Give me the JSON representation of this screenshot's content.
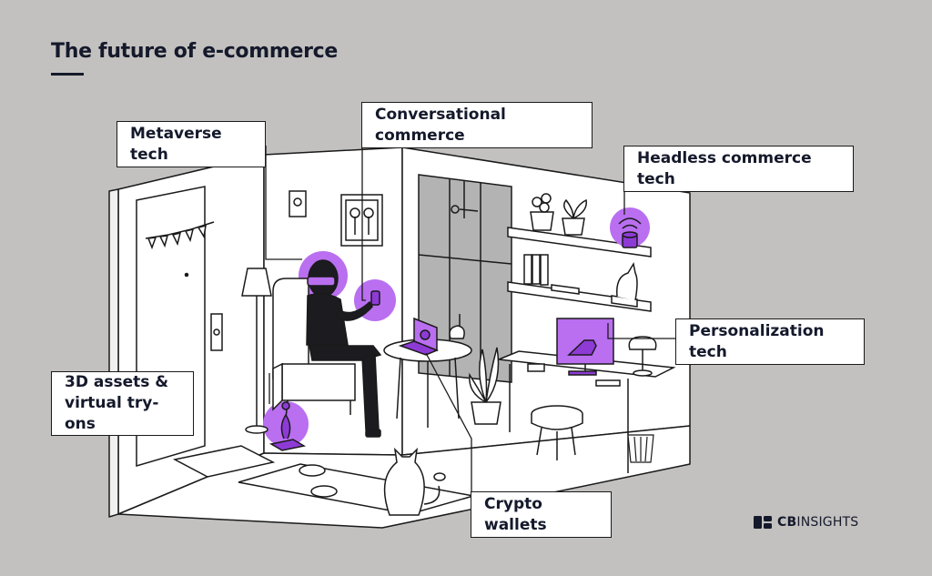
{
  "header": {
    "title": "The future of e-commerce"
  },
  "callouts": {
    "metaverse": "Metaverse tech",
    "conversational": "Conversational commerce",
    "headless": "Headless commerce tech",
    "personalization": "Personalization tech",
    "assets_line1": "3D assets &",
    "assets_line2": "virtual try-ons",
    "crypto": "Crypto wallets"
  },
  "brand": {
    "bold": "CB",
    "rest": "INSIGHTS"
  },
  "colors": {
    "background": "#c3c1bf",
    "accent": "#b96ff0",
    "accent_dark": "#8e3bd6",
    "ink": "#14192b",
    "room": "#ffffff"
  },
  "icons": [
    "wifi-icon",
    "bitcoin-icon",
    "vr-headset-icon",
    "smartphone-icon",
    "cb-logo-icon"
  ]
}
